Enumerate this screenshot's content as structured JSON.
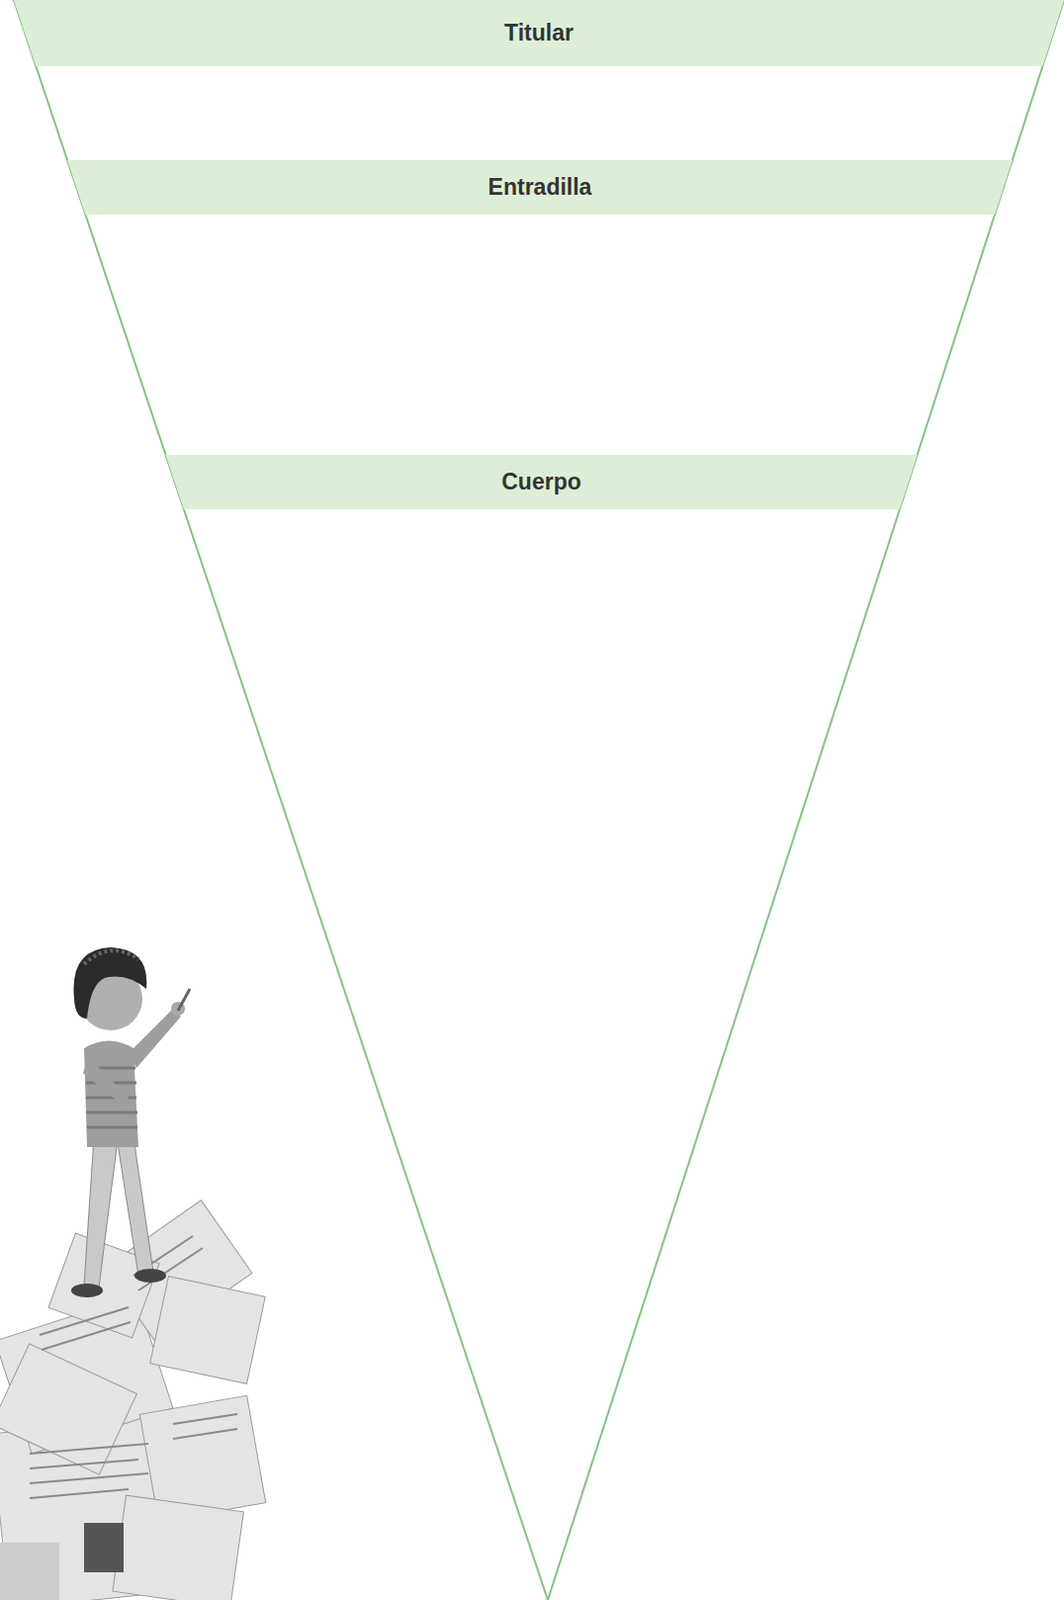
{
  "diagram": {
    "nodes": [
      {
        "text": [
          "Titular"
        ]
      },
      {
        "text": [
          "Entradilla"
        ]
      },
      {
        "text": [
          "Cuerpo"
        ]
      }
    ]
  }
}
